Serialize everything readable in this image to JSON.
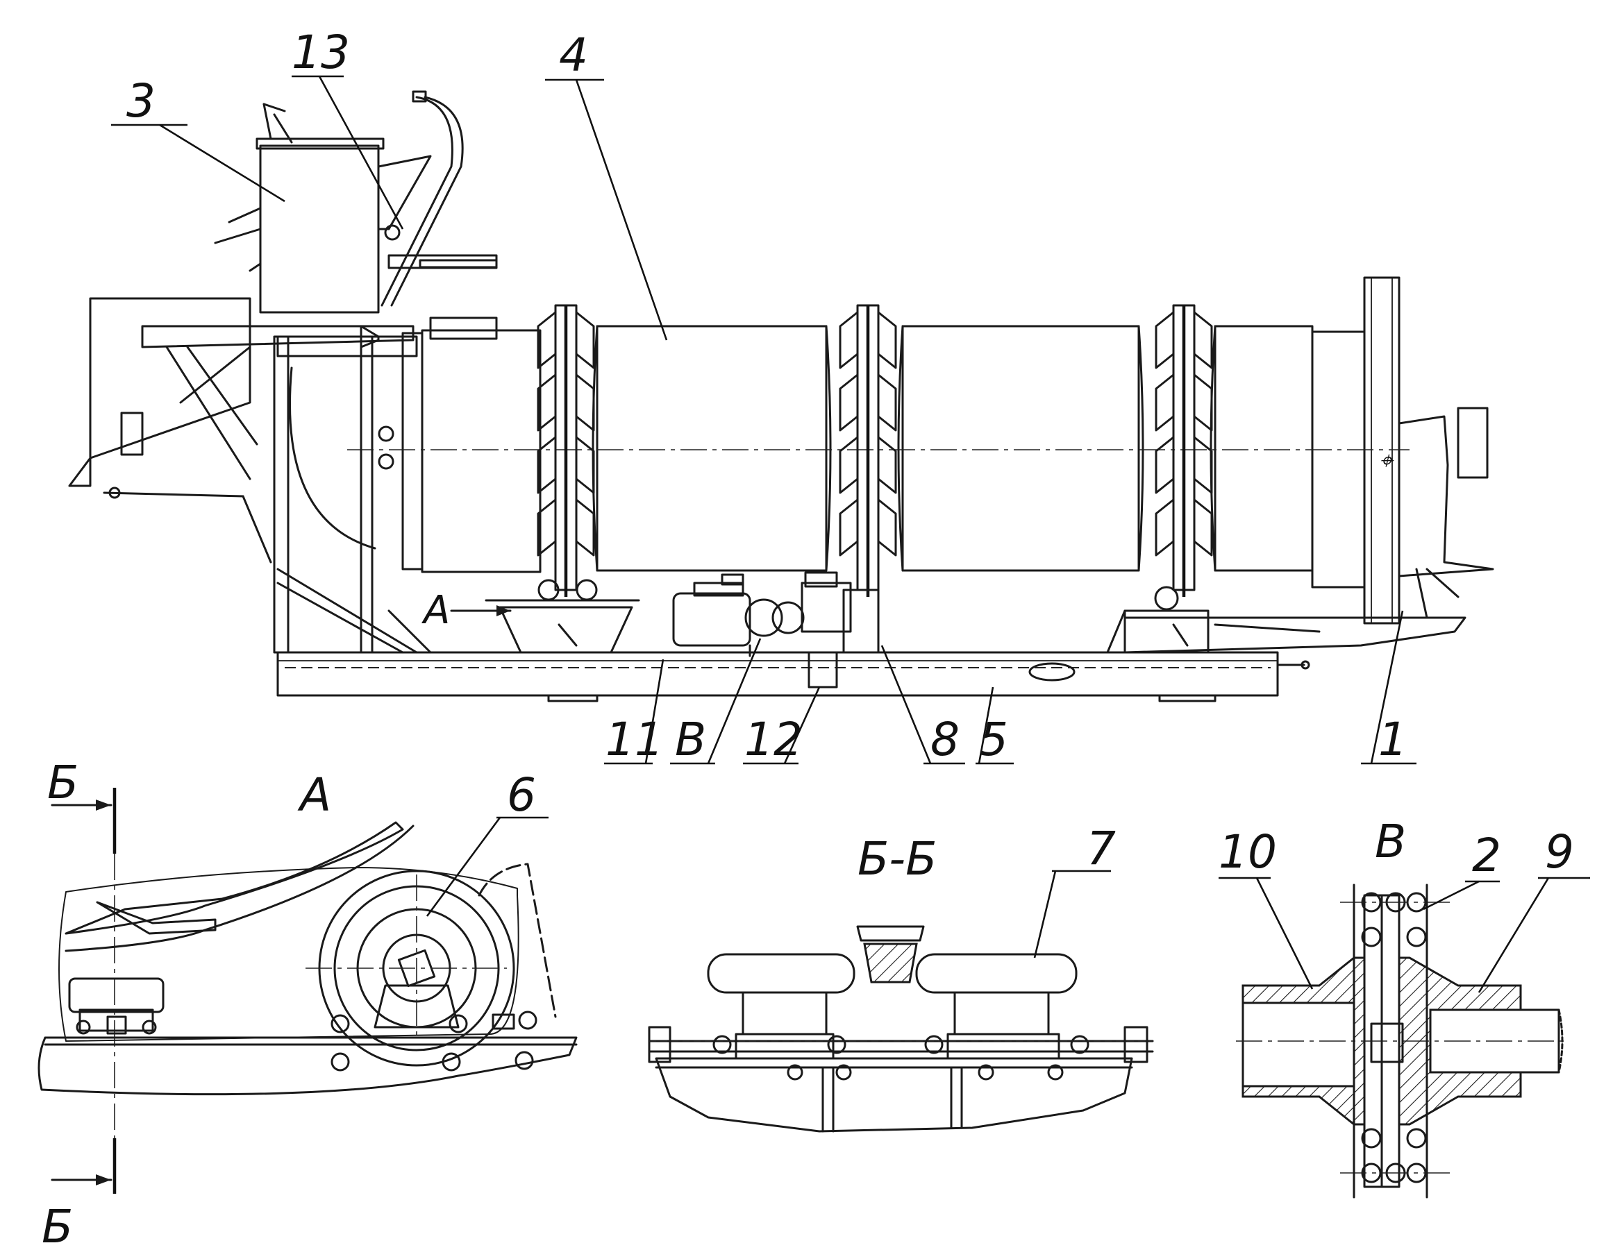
{
  "labels": {
    "p1": "1",
    "p2": "2",
    "p3": "3",
    "p4": "4",
    "p5": "5",
    "p6": "6",
    "p7": "7",
    "p8": "8",
    "p9": "9",
    "p10": "10",
    "p11": "11",
    "p12": "12",
    "p13": "13",
    "arrow_A": "А",
    "arrow_V": "В"
  },
  "views": {
    "view_A": "А",
    "section_BB": "Б-Б",
    "view_V": "В",
    "cut_B_top": "Б",
    "cut_B_bottom": "Б"
  },
  "colors": {
    "line": "#1a1a1a",
    "background": "#ffffff",
    "hatch_fill": "#1a1a1a"
  }
}
